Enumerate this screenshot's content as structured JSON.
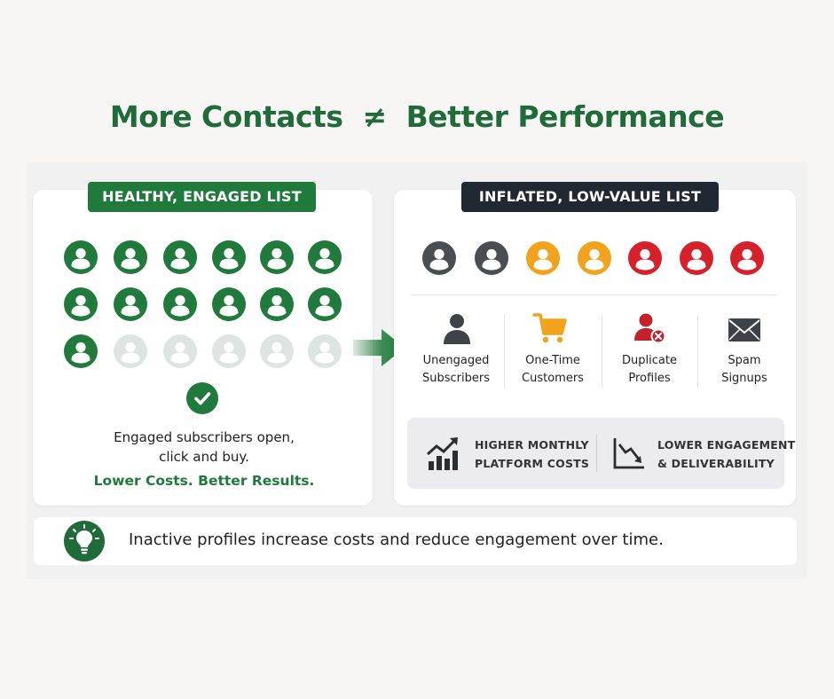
{
  "headline": {
    "left": "More Contacts",
    "symbol": "≠",
    "right": "Better Performance"
  },
  "healthy": {
    "title": "HEALTHY, ENGAGED LIST",
    "line1": "Engaged subscribers open,",
    "line2": "click and buy.",
    "tagline": "Lower Costs. Better Results."
  },
  "inflated": {
    "title": "INFLATED, LOW-VALUE LIST",
    "categories": [
      {
        "icon": "person-icon",
        "line1": "Unengaged",
        "line2": "Subscribers"
      },
      {
        "icon": "cart-icon",
        "line1": "One-Time",
        "line2": "Customers"
      },
      {
        "icon": "duplicate-profile-icon",
        "line1": "Duplicate",
        "line2": "Profiles"
      },
      {
        "icon": "envelope-icon",
        "line1": "Spam",
        "line2": "Signups"
      }
    ],
    "impacts": [
      {
        "icon": "rising-chart-icon",
        "line1": "HIGHER MONTHLY",
        "line2": "PLATFORM COSTS"
      },
      {
        "icon": "falling-chart-icon",
        "line1": "LOWER ENGAGEMENT",
        "line2": "& DELIVERABILITY"
      }
    ]
  },
  "tip": {
    "icon": "lightbulb-icon",
    "text": "Inactive profiles increase costs and reduce engagement over time."
  },
  "colors": {
    "green": "#1f7a3c",
    "faded": "#dde4e1",
    "dark": "#222831",
    "gray": "#4a4d52",
    "orange": "#f2a21b",
    "red": "#d6202a"
  }
}
